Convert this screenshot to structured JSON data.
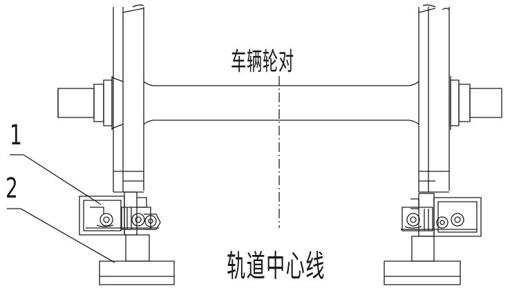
{
  "labels": {
    "wheelset": "车辆轮对",
    "track_centerline": "轨道中心线",
    "callout_1": "1",
    "callout_2": "2"
  },
  "colors": {
    "line": "#1a1a1a",
    "background": "#ffffff"
  }
}
